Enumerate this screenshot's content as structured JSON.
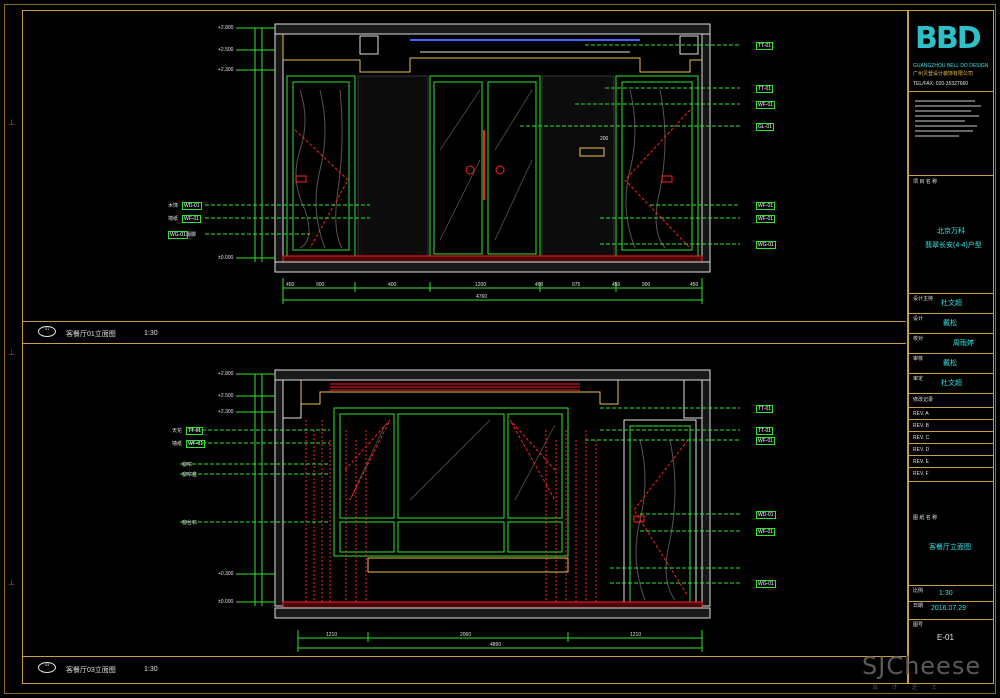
{
  "colors": {
    "frame": "#c8a040",
    "line": "#2ee62e",
    "accent": "#ff2020",
    "text": "#e0e0e0",
    "cyan": "#2ee6e6"
  },
  "elev1": {
    "heights": [
      "+2.800",
      "+2.500",
      "+2.300",
      "±0.000"
    ],
    "tags_right": [
      "TT-01",
      "TT-01",
      "WF-01",
      "GL-01",
      "WF-01",
      "WF-01",
      "WG-01"
    ],
    "tags_left": [
      "WD-01",
      "WF-01",
      "WG-01"
    ],
    "left_labels": [
      "木饰",
      "墙纸",
      "踢脚"
    ],
    "dims": [
      "450",
      "900",
      "400",
      "1200",
      "400",
      "975",
      "450",
      "900",
      "450"
    ],
    "overall": "4760",
    "note_dim": "200",
    "title_num": "01",
    "title": "客餐厅01立面图",
    "scale": "1:30"
  },
  "elev2": {
    "heights": [
      "+2.800",
      "+2.500",
      "+2.300",
      "+0.300",
      "±0.000"
    ],
    "tags_right": [
      "TT-01",
      "TT-01",
      "WF-01",
      "WD-01",
      "WF-01",
      "WG-01"
    ],
    "tags_left": [
      "TT-01",
      "WF-01"
    ],
    "left_labels": [
      "天花",
      "墙纸",
      "窗帘",
      "窗帘盒",
      "窗台石"
    ],
    "dims": [
      "1210",
      "2060",
      "1210"
    ],
    "overall": "4890",
    "title_num": "03",
    "title": "客餐厅03立面图",
    "scale": "1:30"
  },
  "titleblock": {
    "logo": "BBD",
    "company_en": "GUANGZHOU BELL DO DESIGN",
    "company_cn": "广州贝登设计装饰有限公司",
    "tel": "TEL/FAX: 020-35327660",
    "project_label": "项 目 名 称",
    "project_name_1": "北京万科",
    "project_name_2": "翡翠长安(4-4)户型",
    "role1_label": "设计主持",
    "role1_value": "杜文超",
    "role2_label": "设计",
    "role2_value": "戴松",
    "role3_label": "校对",
    "role3_value": "周雨婷",
    "role4_label": "审核",
    "role4_value": "戴松",
    "role5_label": "审定",
    "role5_value": "杜文超",
    "revision_label": "修改记录",
    "revisions": [
      "REV. A",
      "REV. B",
      "REV. C",
      "REV. D",
      "REV. E",
      "REV. F"
    ],
    "drawing_label": "图 纸 名 称",
    "drawing_name": "客餐厅立面图",
    "scale_label": "比例",
    "scale_value": "1:30",
    "date_label": "日期",
    "date_value": "2016.07.29",
    "no_label": "图号",
    "no_value": "E-01"
  },
  "watermark": {
    "text": "SJCheese",
    "sub": "设 计 芝 士"
  }
}
